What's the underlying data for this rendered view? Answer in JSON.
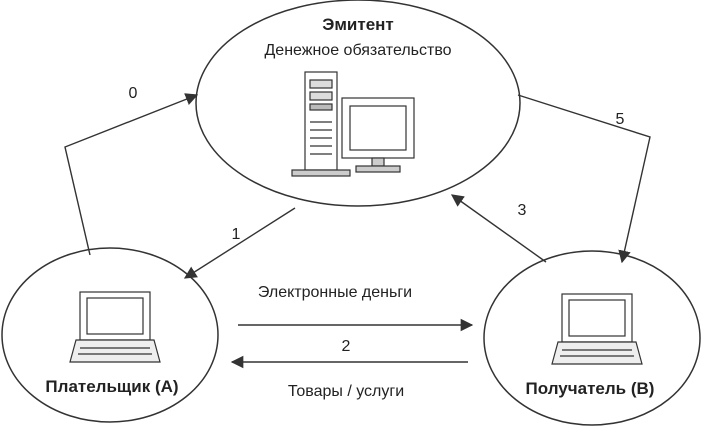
{
  "nodes": {
    "issuer": {
      "title": "Эмитент",
      "subtitle": "Денежное обязательство"
    },
    "payer": {
      "title": "Плательщик (А)"
    },
    "receiver": {
      "title": "Получатель (В)"
    }
  },
  "edges": {
    "e0": {
      "label": "0"
    },
    "e1": {
      "label": "1"
    },
    "e2": {
      "label": "2"
    },
    "e3": {
      "label": "3"
    },
    "e5": {
      "label": "5"
    }
  },
  "flows": {
    "money": "Электронные деньги",
    "goods": "Товары / услуги"
  }
}
